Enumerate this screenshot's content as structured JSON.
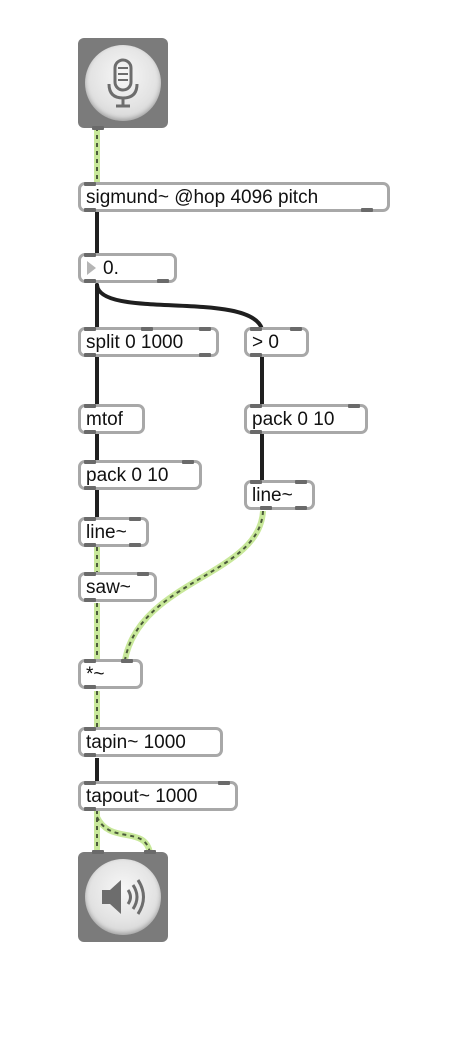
{
  "patch": {
    "objects": {
      "sigmund": "sigmund~ @hop 4096 pitch",
      "number": "0.",
      "split": "split 0 1000",
      "gt": "> 0",
      "mtof": "mtof",
      "pack_left": "pack 0 10",
      "pack_right": "pack 0 10",
      "line_left": "line~",
      "line_right": "line~",
      "saw": "saw~",
      "mult": "*~",
      "tapin": "tapin~ 1000",
      "tapout": "tapout~ 1000"
    },
    "icons": {
      "input": "microphone-icon",
      "output": "speaker-icon"
    },
    "colors": {
      "signal_cord": "#c8e89a",
      "signal_cord_dash": "#4b5a3a",
      "control_cord": "#1f1f1f",
      "box_border": "#a8a8a8",
      "port": "#6a6a6a",
      "button_frame": "#7b7b7b"
    }
  }
}
